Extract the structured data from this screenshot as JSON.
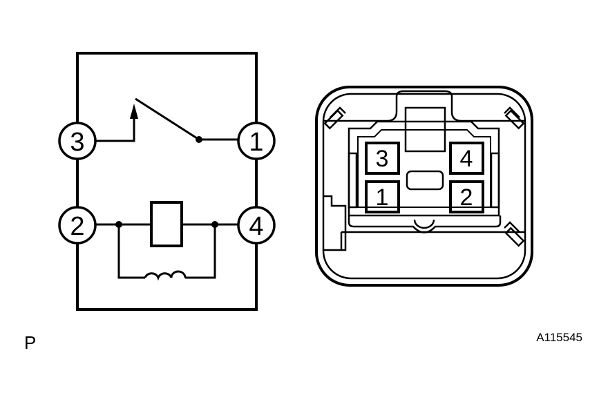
{
  "diagram": {
    "schematic": {
      "pins": {
        "top_left": "3",
        "top_right": "1",
        "bottom_left": "2",
        "bottom_right": "4"
      }
    },
    "connector": {
      "cavities": {
        "top_left": "3",
        "top_right": "4",
        "bottom_left": "1",
        "bottom_right": "2"
      }
    },
    "corner_letter": "P",
    "figure_code": "A115545",
    "line_color": "#000000",
    "background": "#ffffff"
  }
}
